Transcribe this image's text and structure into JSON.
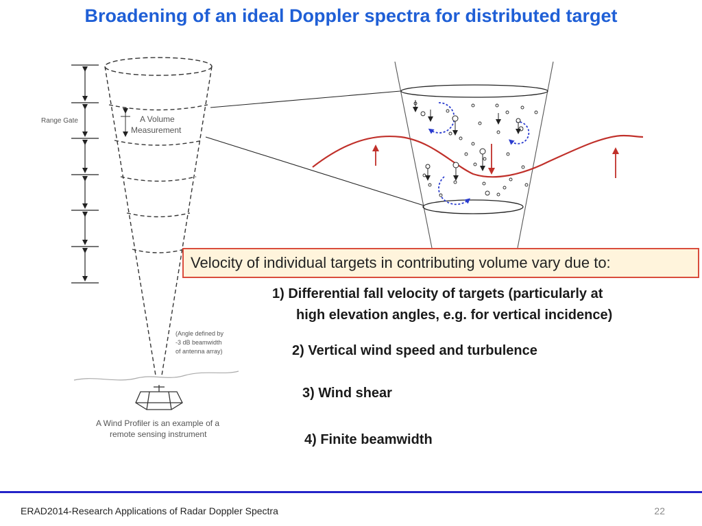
{
  "title": "Broadening of an ideal Doppler spectra for distributed target",
  "diagram": {
    "range_gate_label": "Range Gate",
    "volume_label_line1": "A Volume",
    "volume_label_line2": "Measurement",
    "angle_note_line1": "(Angle defined by",
    "angle_note_line2": "-3 dB beamwidth",
    "angle_note_line3": "of antenna array)",
    "caption_line1": "A Wind Profiler is an example of a",
    "caption_line2": "remote sensing instrument"
  },
  "box_text": "Velocity of individual targets in contributing volume vary due to:",
  "points": {
    "p1_line1": "1)   Differential fall velocity of targets (particularly at",
    "p1_line2": "high elevation angles, e.g. for vertical incidence)",
    "p2": "2) Vertical wind speed and turbulence",
    "p3": "3) Wind shear",
    "p4": "4) Finite beamwidth"
  },
  "footer": {
    "text": "ERAD2014-Research Applications of Radar Doppler Spectra",
    "page": "22"
  },
  "colors": {
    "title": "#1f5fd6",
    "wind_curve": "#c0302a",
    "turbulence": "#2a3ccf",
    "box_fill": "#fff4dc",
    "box_border": "#d94c3c",
    "footer_rule": "#2323c8"
  }
}
